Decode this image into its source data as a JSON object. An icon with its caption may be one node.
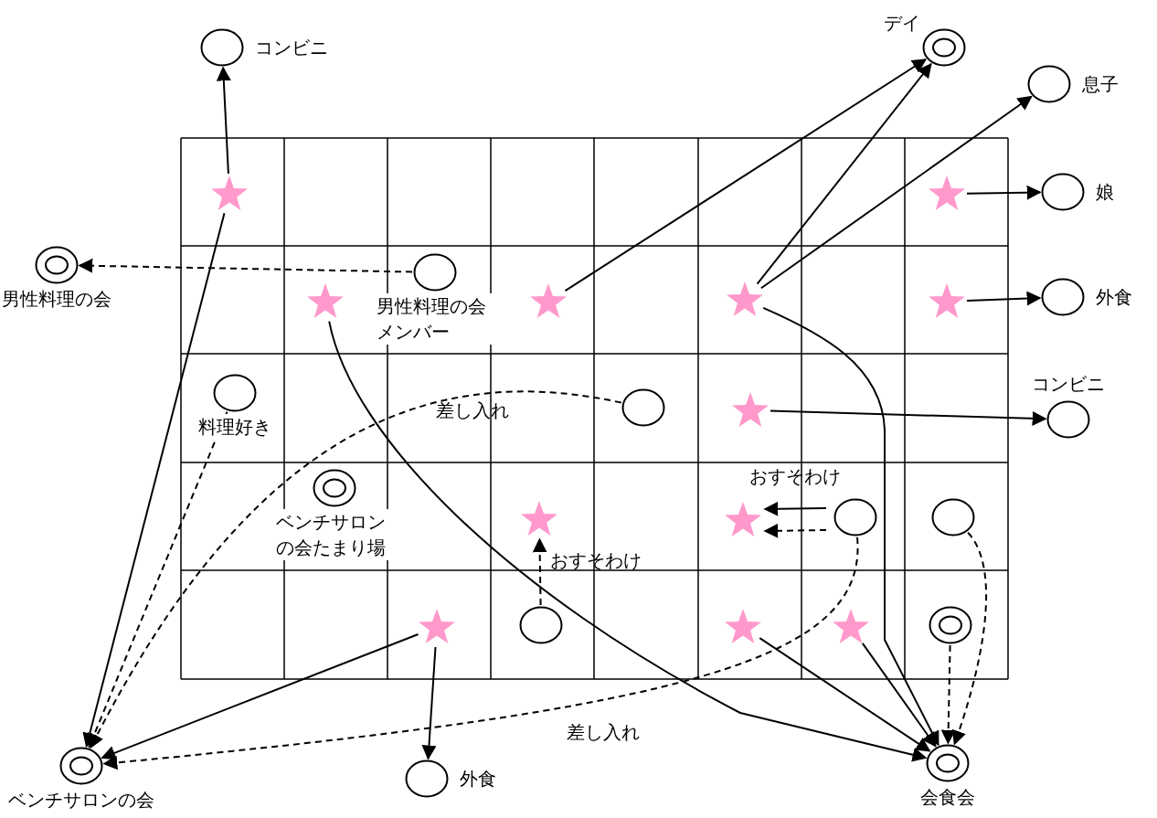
{
  "diagram": {
    "nodes": [
      {
        "text": [
          "コンビニ"
        ]
      },
      {
        "text": [],
        "shape": "star"
      },
      {
        "text": [
          "男性料理の会"
        ]
      },
      {
        "text": [
          "男性料理の会メンバー"
        ]
      },
      {
        "text": [],
        "shape": "star"
      },
      {
        "text": [],
        "shape": "star"
      },
      {
        "text": [
          "デイ"
        ]
      },
      {
        "text": [
          "息子"
        ]
      },
      {
        "text": [],
        "shape": "star"
      },
      {
        "text": [],
        "shape": "star"
      },
      {
        "text": [
          "娘"
        ]
      },
      {
        "text": [],
        "shape": "star"
      },
      {
        "text": [
          "外食"
        ]
      },
      {
        "text": [
          "料理好き"
        ]
      },
      {
        "text": [],
        "shape": "circle"
      },
      {
        "text": [],
        "shape": "star"
      },
      {
        "text": [
          "コンビニ"
        ]
      },
      {
        "text": [
          "ベンチサロンの会たまり場"
        ]
      },
      {
        "text": [],
        "shape": "star"
      },
      {
        "text": [],
        "shape": "star"
      },
      {
        "text": [],
        "shape": "circle"
      },
      {
        "text": [],
        "shape": "circle"
      },
      {
        "text": [],
        "shape": "circle"
      },
      {
        "text": [],
        "shape": "star"
      },
      {
        "text": [],
        "shape": "star"
      },
      {
        "text": [],
        "shape": "star"
      },
      {
        "text": [],
        "shape": "circle"
      },
      {
        "text": [
          "ベンチサロンの会"
        ]
      },
      {
        "text": [
          "外食"
        ]
      },
      {
        "text": [
          "会食会"
        ]
      }
    ],
    "edges": [
      {
        "from": 1,
        "to": 0,
        "arrow": "to"
      },
      {
        "from": 3,
        "to": 2,
        "arrow": "to",
        "style": "dashed"
      },
      {
        "from": 5,
        "to": 6,
        "arrow": "to"
      },
      {
        "from": 8,
        "to": 6,
        "arrow": "to"
      },
      {
        "from": 8,
        "to": 7,
        "arrow": "to"
      },
      {
        "from": 9,
        "to": 10,
        "arrow": "to"
      },
      {
        "from": 11,
        "to": 12,
        "arrow": "to"
      },
      {
        "from": 1,
        "to": 27,
        "arrow": "to"
      },
      {
        "from": 13,
        "to": 27,
        "arrow": "to",
        "style": "dashed"
      },
      {
        "from": 14,
        "to": 27,
        "arrow": "to",
        "style": "dashed",
        "label": "差し入れ"
      },
      {
        "from": 23,
        "to": 27,
        "arrow": "to"
      },
      {
        "from": 20,
        "to": 27,
        "arrow": "to",
        "style": "dashed",
        "label": "差し入れ"
      },
      {
        "from": 23,
        "to": 28,
        "arrow": "to"
      },
      {
        "from": 22,
        "to": 18,
        "arrow": "to",
        "style": "dashed",
        "label": "おすそわけ"
      },
      {
        "from": 20,
        "to": 19,
        "arrow": "to",
        "label": "おすそわけ"
      },
      {
        "from": 20,
        "to": 19,
        "arrow": "to",
        "style": "dashed"
      },
      {
        "from": 15,
        "to": 16,
        "arrow": "to"
      },
      {
        "from": 4,
        "to": 29,
        "arrow": "to"
      },
      {
        "from": 8,
        "to": 29,
        "arrow": "to"
      },
      {
        "from": 24,
        "to": 29,
        "arrow": "to"
      },
      {
        "from": 25,
        "to": 29,
        "arrow": "to"
      },
      {
        "from": 26,
        "to": 29,
        "arrow": "to",
        "style": "dashed"
      },
      {
        "from": 21,
        "to": 29,
        "arrow": "to",
        "style": "dashed"
      }
    ]
  }
}
